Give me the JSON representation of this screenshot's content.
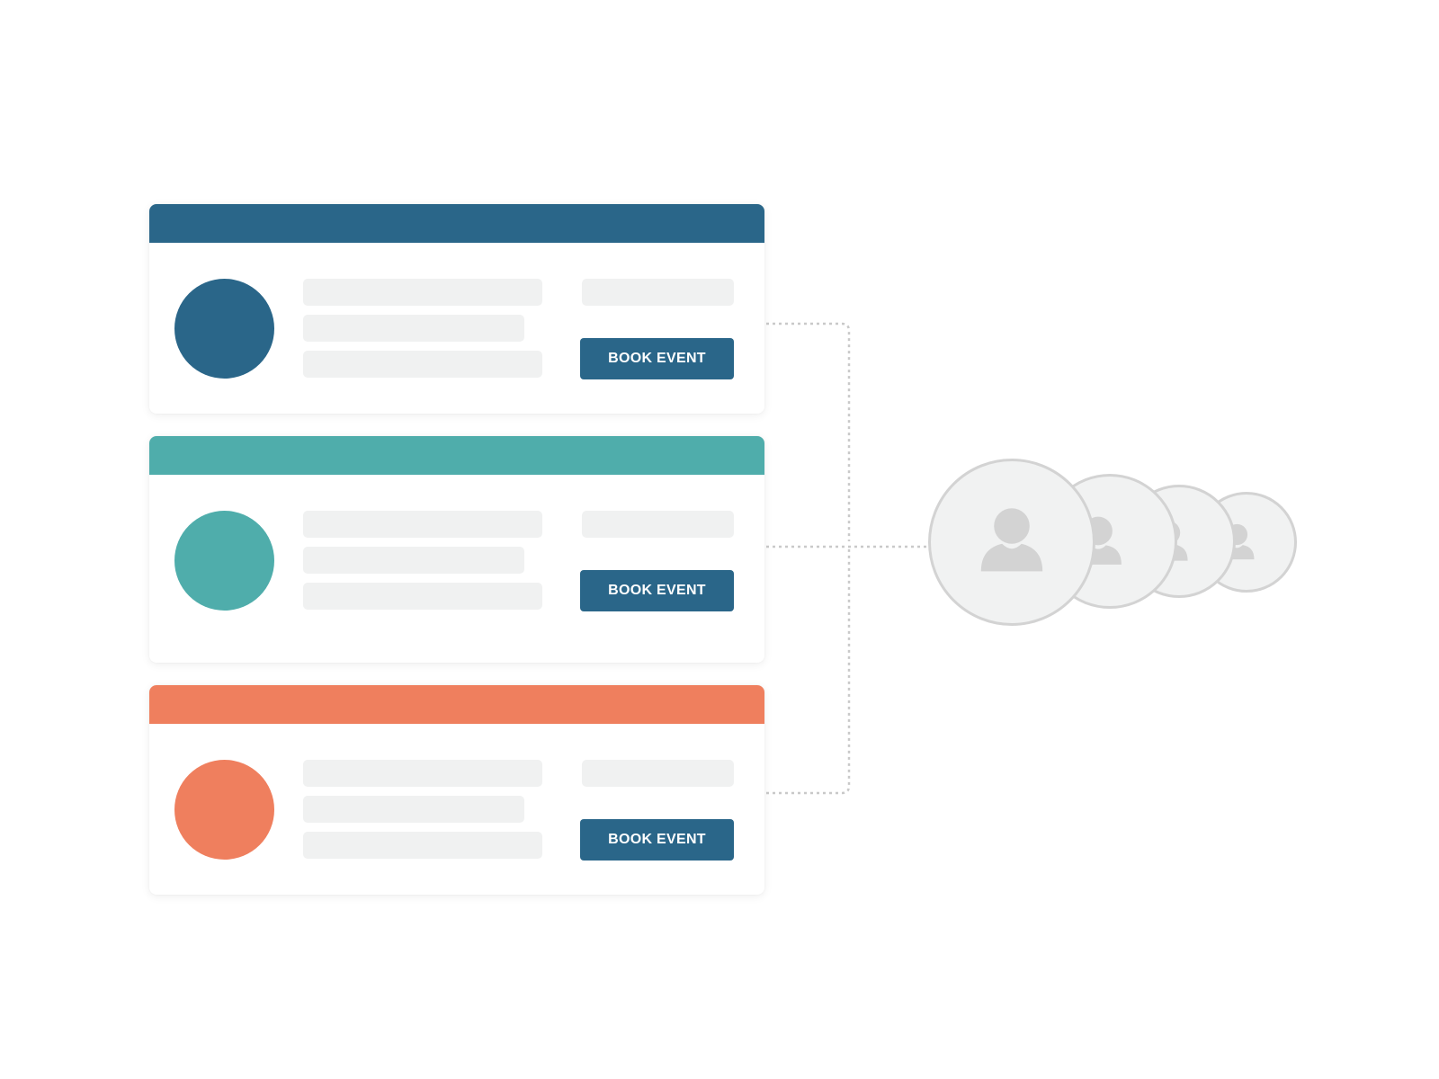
{
  "colors": {
    "blue": "#2a6689",
    "teal": "#4fadab",
    "coral": "#ef7f5e",
    "button": "#2a6689",
    "placeholder": "#f0f1f1",
    "connector": "#c9c9c9",
    "person_fill": "#f1f2f2",
    "person_border": "#d3d3d3",
    "person_icon": "#d3d3d3"
  },
  "cards": [
    {
      "header_color": "#2a6689",
      "avatar_color": "#2a6689",
      "button_label": "BOOK EVENT"
    },
    {
      "header_color": "#4fadab",
      "avatar_color": "#4fadab",
      "button_label": "BOOK EVENT"
    },
    {
      "header_color": "#ef7f5e",
      "avatar_color": "#ef7f5e",
      "button_label": "BOOK EVENT"
    }
  ],
  "attendees": [
    {
      "icon": "user-icon"
    },
    {
      "icon": "user-icon"
    },
    {
      "icon": "user-icon"
    },
    {
      "icon": "user-icon"
    }
  ]
}
